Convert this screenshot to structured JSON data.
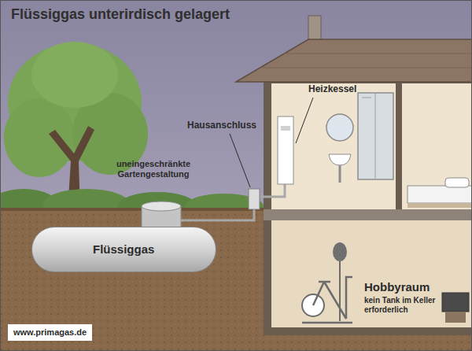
{
  "diagram": {
    "title": "Flüssiggas unterirdisch gelagert",
    "nodes": [
      {
        "text": [
          "Flüssiggas"
        ]
      },
      {
        "text": [
          "Hobbyraum",
          "kein Tank im Keller erforderlich"
        ]
      }
    ],
    "labels": [
      "Heizkessel",
      "Hausanschluss",
      "uneingeschränkte Gartengestaltung",
      "www.primagas.de"
    ]
  }
}
